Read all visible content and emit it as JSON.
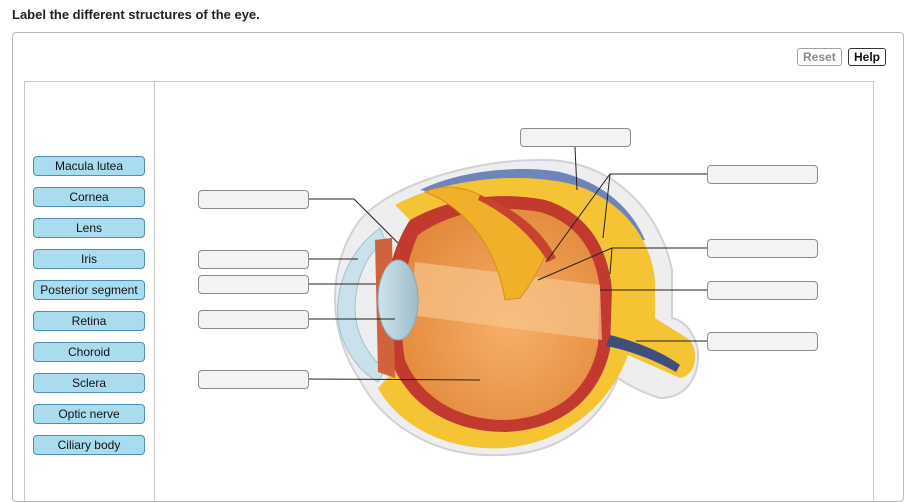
{
  "question": "Label the different structures of the eye.",
  "toolbar": {
    "reset_label": "Reset",
    "help_label": "Help"
  },
  "labels": [
    "Macula lutea",
    "Cornea",
    "Lens",
    "Iris",
    "Posterior segment",
    "Retina",
    "Choroid",
    "Sclera",
    "Optic nerve",
    "Ciliary body"
  ]
}
